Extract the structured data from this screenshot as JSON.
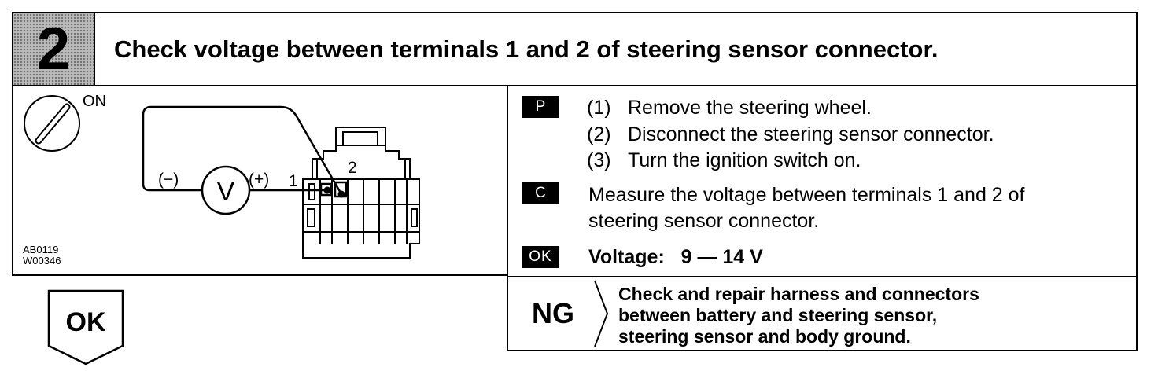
{
  "header": {
    "step_number": "2",
    "title": "Check voltage between terminals 1 and 2 of steering sensor connector."
  },
  "diagram": {
    "ignition_label": "ON",
    "minus_label": "(−)",
    "plus_label": "(+)",
    "terminal_1": "1",
    "terminal_2": "2",
    "meter_symbol": "V",
    "codes": [
      "AB0119",
      "W00346"
    ]
  },
  "instructions": {
    "p_badge": "P",
    "steps": [
      {
        "num": "(1)",
        "text": "Remove the steering wheel."
      },
      {
        "num": "(2)",
        "text": "Disconnect the steering sensor connector."
      },
      {
        "num": "(3)",
        "text": "Turn the ignition switch on."
      }
    ],
    "c_badge": "C",
    "check_line1": "Measure the voltage between terminals 1 and 2 of",
    "check_line2": "steering sensor connector.",
    "ok_badge": "OK",
    "voltage_label": "Voltage:",
    "voltage_value": "9 — 14 V"
  },
  "ng": {
    "label": "NG",
    "lines": [
      "Check and repair harness and connectors",
      "between battery and steering sensor,",
      "steering sensor and body ground."
    ]
  },
  "ok_flow": {
    "label": "OK"
  }
}
